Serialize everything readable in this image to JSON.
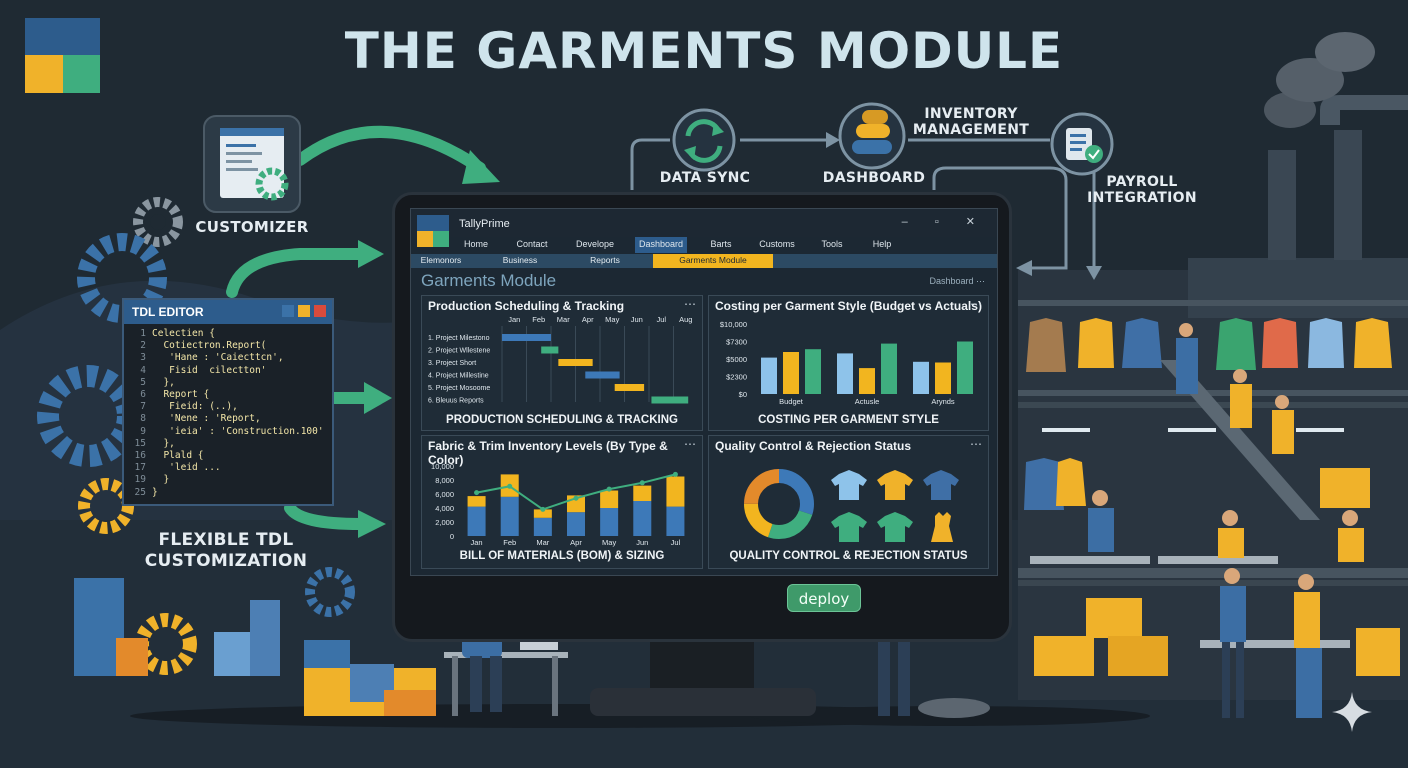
{
  "title": "THE GARMENTS MODULE",
  "flow_labels": {
    "customizer": "CUSTOMIZER",
    "tdl_custom": [
      "FLEXIBLE TDL",
      "CUSTOMIZATION"
    ],
    "data_sync": "DATA SYNC",
    "dashboard": "DASHBOARD",
    "inventory": [
      "INVENTORY",
      "MANAGEMENT"
    ],
    "payroll": [
      "PAYROLL",
      "INTEGRATION"
    ]
  },
  "tdl_editor": {
    "title": "TDL EDITOR",
    "lines": [
      {
        "n": "1",
        "t": "Celectien {"
      },
      {
        "n": "2",
        "t": "  Cotiectron.Report("
      },
      {
        "n": "3",
        "t": "   'Hane : 'Caiecttcn',"
      },
      {
        "n": "4",
        "t": "   Fisid  cilectton'"
      },
      {
        "n": "5",
        "t": "  },"
      },
      {
        "n": "6",
        "t": "  Report {"
      },
      {
        "n": "7",
        "t": "   Fieid: (..),"
      },
      {
        "n": "8",
        "t": "   'Nene : 'Report,"
      },
      {
        "n": "9",
        "t": "   'ieia' : 'Construction.100'"
      },
      {
        "n": "15",
        "t": "  },"
      },
      {
        "n": "16",
        "t": "  Plald {"
      },
      {
        "n": "17",
        "t": "   'leid ..."
      },
      {
        "n": "19",
        "t": "  }"
      },
      {
        "n": "25",
        "t": "}"
      }
    ]
  },
  "app": {
    "name": "TallyPrime",
    "window_controls": "–  ▫  ✕",
    "menu": [
      "Home",
      "Contact",
      "Develope",
      "Dashboard",
      "Barts",
      "Customs",
      "Tools",
      "Help"
    ],
    "active_menu": "Dashboard",
    "submenu": [
      "Elemonors",
      "Business",
      "Reports",
      "Garments Module"
    ],
    "active_submenu": "Garments Module",
    "module_title": "Garments Module",
    "crumb": "Dashboard ⋯",
    "panel_menu": "⋯"
  },
  "deploy_label": "deploy",
  "colors": {
    "bg": "#1f2a33",
    "accent_blue": "#2d5c8c",
    "accent_yellow": "#f2b51f",
    "accent_green": "#3fae7f",
    "chart_blue": "#3d79b8",
    "light_blue": "#8ec3ea"
  },
  "chart_data": [
    {
      "type": "gantt",
      "title": "Production Scheduling & Tracking",
      "footer": "PRODUCTION SCHEDULING & TRACKING",
      "categories": [
        "Jan",
        "Feb",
        "Mar",
        "Apr",
        "May",
        "Jun",
        "Jul",
        "Aug"
      ],
      "tasks": [
        {
          "name": "1. Project Milestono",
          "start": 0,
          "end": 2,
          "color": "#3d79b8"
        },
        {
          "name": "2. Project Wllestene",
          "start": 1.6,
          "end": 2.3,
          "color": "#3fae7f"
        },
        {
          "name": "3. Project Short",
          "start": 2.3,
          "end": 3.7,
          "color": "#f2b51f"
        },
        {
          "name": "4. Project Millestine",
          "start": 3.4,
          "end": 4.8,
          "color": "#3d79b8"
        },
        {
          "name": "5. Project Mosoome",
          "start": 4.6,
          "end": 5.8,
          "color": "#f2b51f"
        },
        {
          "name": "6. Bleuus Reports",
          "start": 6.1,
          "end": 7.6,
          "color": "#3fae7f"
        }
      ]
    },
    {
      "type": "bar",
      "title": "Costing per Garment Style (Budget vs Actuals)",
      "footer": "COSTING PER GARMENT STYLE",
      "y_ticks": [
        "$10,000",
        "$7300",
        "$5000",
        "$2300",
        "$0"
      ],
      "ylim": [
        0,
        10000
      ],
      "groups": [
        {
          "label": "Budget",
          "values": [
            5200,
            6000,
            6400
          ]
        },
        {
          "label": "Actusle",
          "values": [
            5800,
            3700,
            7200
          ]
        },
        {
          "label": "Arynds",
          "values": [
            4600,
            4500,
            7500
          ]
        }
      ],
      "series_colors": [
        "#8ec3ea",
        "#f2b51f",
        "#3fae7f"
      ]
    },
    {
      "type": "bar+line",
      "title": "Fabric & Trim Inventory Levels (By Type & Color)",
      "footer": "BILL OF MATERIALS (BOM) & SIZING",
      "categories": [
        "Jan",
        "Feb",
        "Mar",
        "Apr",
        "May",
        "Jun",
        "Jul"
      ],
      "y_ticks": [
        "10,000",
        "8,000",
        "6,000",
        "4,000",
        "2,000",
        "0"
      ],
      "ylim": [
        0,
        10000
      ],
      "series": [
        {
          "name": "base",
          "values": [
            4200,
            5600,
            2600,
            3400,
            4000,
            5000,
            4200
          ],
          "color": "#3d79b8"
        },
        {
          "name": "top",
          "values": [
            1500,
            3200,
            1200,
            2400,
            2500,
            2200,
            4300
          ],
          "color": "#f2b51f"
        }
      ],
      "line": {
        "values": [
          6200,
          7100,
          3800,
          5400,
          6700,
          7600,
          8800
        ],
        "color": "#3fae7f"
      }
    },
    {
      "type": "pie",
      "title": "Quality Control & Rejection Status",
      "footer": "QUALITY CONTROL & REJECTION STATUS",
      "slices": [
        {
          "value": 30,
          "color": "#3d79b8"
        },
        {
          "value": 25,
          "color": "#3fae7f"
        },
        {
          "value": 20,
          "color": "#f2b51f"
        },
        {
          "value": 25,
          "color": "#e38a2b"
        }
      ]
    }
  ]
}
